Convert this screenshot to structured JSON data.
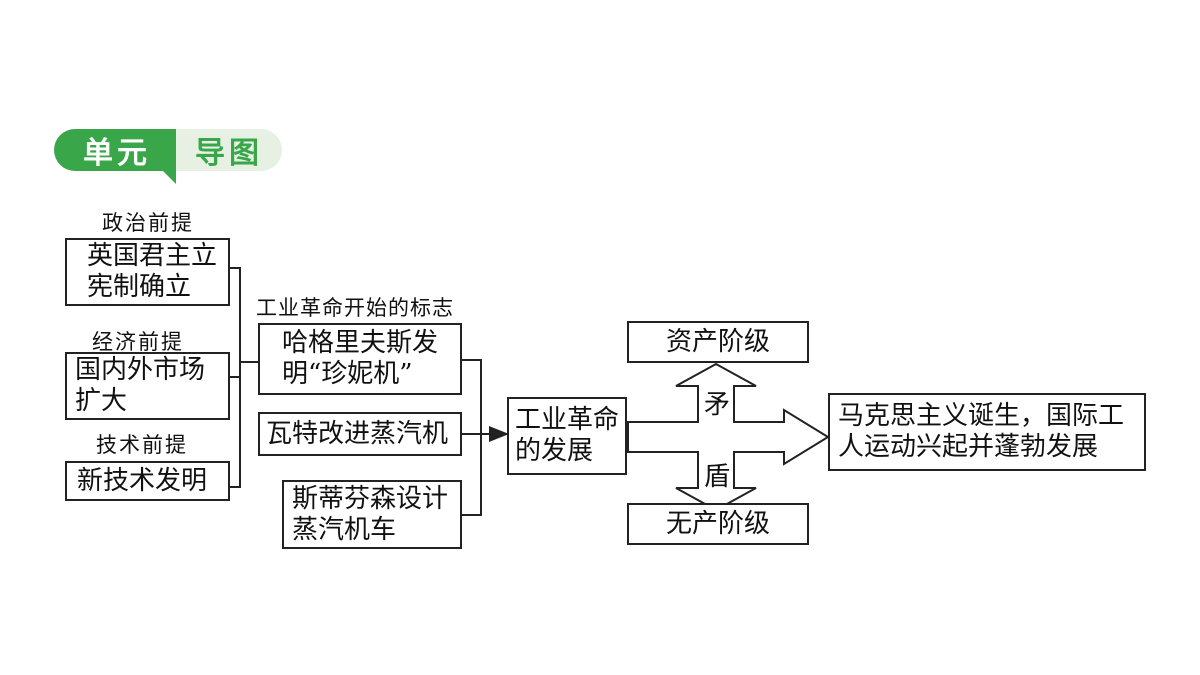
{
  "header": {
    "left": "单元",
    "right": "导图"
  },
  "labels": {
    "political": "政治前提",
    "economic": "经济前提",
    "technical": "技术前提",
    "sign": "工业革命开始的标志"
  },
  "prereqs": {
    "political": "英国君主立\n宪制确立",
    "economic": "国内外市场\n扩大",
    "technical": "新技术发明"
  },
  "inventions": {
    "jenny": "哈格里夫斯发\n明“珍妮机”",
    "watt": "瓦特改进蒸汽机",
    "stephenson": "斯蒂芬森设计\n蒸汽机车"
  },
  "center": "工业革命\n的发展",
  "classes": {
    "bourgeoisie": "资产阶级",
    "proletariat": "无产阶级"
  },
  "conflict": {
    "top": "矛",
    "bottom": "盾"
  },
  "result": "马克思主义诞生，国际工\n人运动兴起并蓬勃发展"
}
